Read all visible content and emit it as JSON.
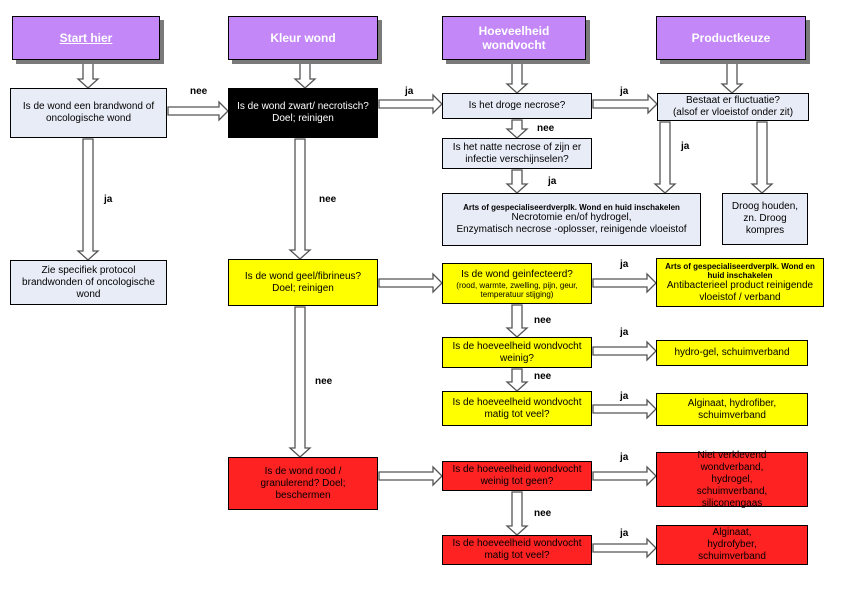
{
  "headers": {
    "start": "Start hier",
    "kleur": "Kleur wond",
    "hoeveelheid": "Hoeveelheid wondvocht",
    "product": "Productkeuze"
  },
  "nodes": {
    "q_brandwond": "Is de wond een brandwond of oncologische wond",
    "protocol": "Zie specifiek protocol brandwonden of oncologische wond",
    "q_zwart": "Is de wond zwart/ necrotisch?",
    "q_zwart_doel": "Doel; reinigen",
    "q_droge": "Is het droge necrose?",
    "q_fluctuatie": "Bestaat er fluctuatie?",
    "q_fluctuatie_sub": "(alsof er vloeistof onder zit)",
    "q_natte": "Is het natte necrose of zijn er infectie verschijnselen?",
    "arts1_title": "Arts of gespecialiseerdverplk. Wond en huid inschakelen",
    "arts1_line1": "Necrotomie en/of hydrogel,",
    "arts1_line2": "Enzymatisch necrose -oplosser, reinigende vloeistof",
    "droog": "Droog houden, zn. Droog kompres",
    "q_geel": "Is de wond geel/fibrineus?",
    "q_geel_doel": "Doel; reinigen",
    "q_infect": "Is de wond geinfecteerd?",
    "q_infect_sub": "(rood, warmte, zwelling, pijn, geur, temperatuur stijging)",
    "arts2_title": "Arts of gespecialiseerdverplk. Wond en huid inschakelen",
    "arts2_line": "Antibacterieel product reinigende vloeistof  / verband",
    "q_weinig": "Is de hoeveelheid wondvocht weinig?",
    "p_hydrogel": "hydro-gel, schuimverband",
    "q_matig_geel": "Is de hoeveelheid wondvocht matig tot veel?",
    "p_alginaat1": "Alginaat, hydrofiber, schuimverband",
    "q_rood": "Is de wond rood / granulerend? Doel; beschermen",
    "q_weinig_geen": "Is de hoeveelheid wondvocht weinig tot geen?",
    "p_nietverklevend": "Niet verklevend wondverband, hydrogel, schuimverband, siliconengaas",
    "q_matig_rood": "Is de hoeveelheid wondvocht matig tot veel?",
    "p_alginaat2": "Alginaat, hydrofyber, schuimverband"
  },
  "labels": {
    "ja": "ja",
    "nee": "nee"
  },
  "colors": {
    "header": "#c387f8",
    "blue_box": "#e8ecf6",
    "black_box": "#000000",
    "yellow_box": "#ffff00",
    "red_box": "#ff2222",
    "arrow_fill": "#ffffff",
    "arrow_stroke": "#555555"
  }
}
